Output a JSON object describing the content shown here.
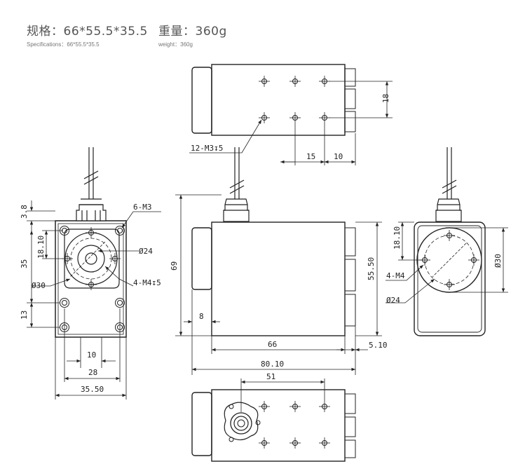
{
  "specs": [
    {
      "title": "规格：66*55.5*35.5",
      "subtitle": "Specifications：66*55.5*35.5"
    },
    {
      "title": "重量：360g",
      "subtitle": "weight：360g"
    }
  ],
  "dims": {
    "top_18": "18",
    "top_15": "15",
    "top_10": "10",
    "top_holes": "12-M3↧5",
    "left_3_8": "3.8",
    "left_6m3": "6-M3",
    "left_18_10": "18.10",
    "left_35": "35",
    "left_d24": "Ø24",
    "left_d30": "Ø30",
    "left_4m4": "4-M4↧5",
    "left_13": "13",
    "left_10": "10",
    "left_28": "28",
    "left_35_50": "35.50",
    "front_69": "69",
    "front_55_50": "55.50",
    "front_8": "8",
    "front_66": "66",
    "front_5_10": "5.10",
    "front_80_10": "80.10",
    "bottom_51": "51",
    "right_18_10": "18.10",
    "right_d30": "Ø30",
    "right_4m4": "4-M4",
    "right_d24": "Ø24"
  }
}
